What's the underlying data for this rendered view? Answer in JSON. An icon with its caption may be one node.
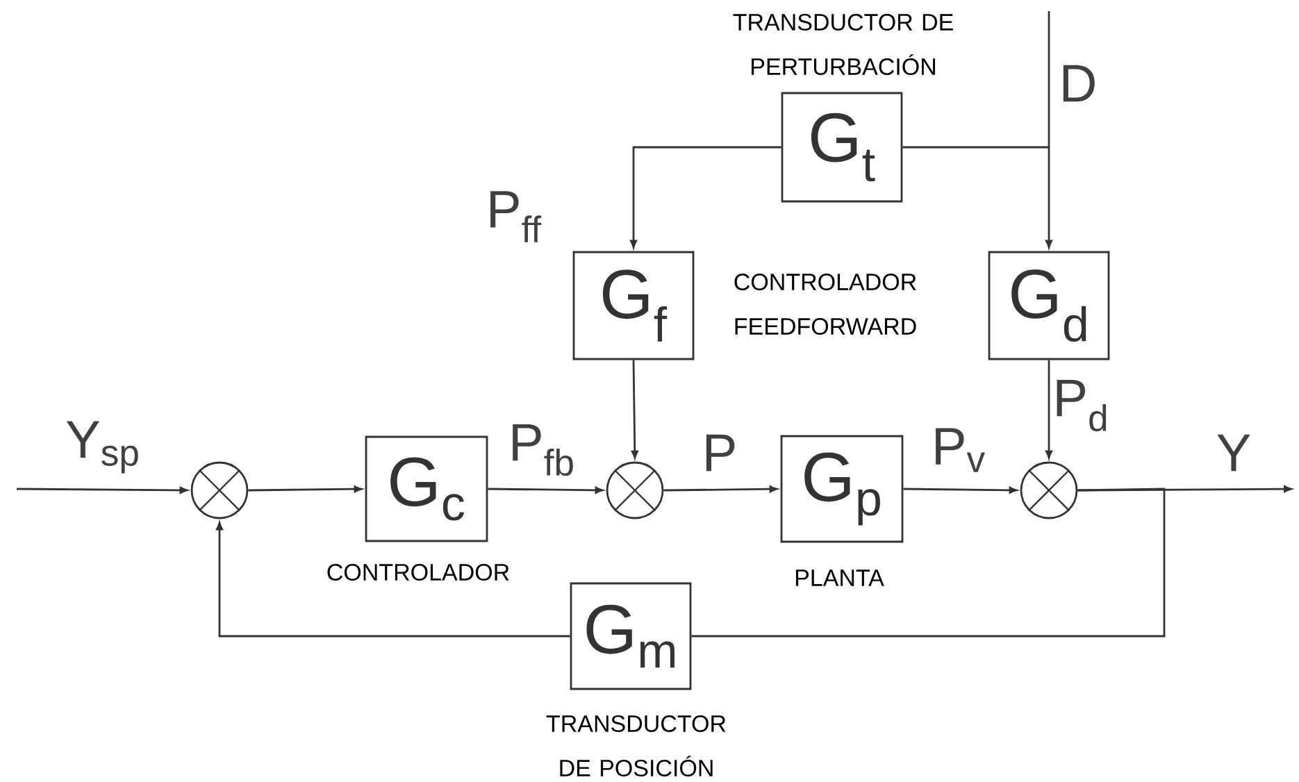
{
  "diagram": {
    "nodes": [
      {
        "text": [
          "G$_{t}$"
        ],
        "beside": [
          "TRANSDUCTOR DE PERTURBACIÓN"
        ]
      },
      {
        "text": [
          "G$_{f}$"
        ],
        "beside": [
          "CONTROLADOR FEEDFORWARD"
        ]
      },
      {
        "text": [
          "G$_{d}$"
        ]
      },
      {
        "text": [
          "G$_{c}$"
        ],
        "beside": [
          "CONTROLADOR"
        ]
      },
      {
        "text": [],
        "shape": "circle"
      },
      {
        "text": [],
        "shape": "circle"
      },
      {
        "text": [
          "G$_{p}$"
        ],
        "beside": [
          "PLANTA"
        ]
      },
      {
        "text": [],
        "shape": "circle"
      },
      {
        "text": [
          "G$_{m}$"
        ],
        "beside": [
          "TRANSDUCTOR DE POSICIÓN"
        ]
      }
    ],
    "edges": [
      {
        "from": null,
        "to": 2,
        "arrow": "to",
        "label": "D"
      },
      {
        "from": null,
        "to": 0,
        "arrow": "none"
      },
      {
        "from": 0,
        "to": 1,
        "arrow": "to",
        "label": "P$_{ff}$"
      },
      {
        "from": 1,
        "to": 5,
        "arrow": "to"
      },
      {
        "from": 2,
        "to": 7,
        "arrow": "to",
        "label": "P$_{d}$"
      },
      {
        "from": null,
        "to": 4,
        "arrow": "to",
        "label": "Y$_{sp}$"
      },
      {
        "from": 4,
        "to": 3,
        "arrow": "to"
      },
      {
        "from": 3,
        "to": 5,
        "arrow": "to",
        "label": "P$_{fb}$"
      },
      {
        "from": 5,
        "to": 6,
        "arrow": "to",
        "label": "P"
      },
      {
        "from": 6,
        "to": 7,
        "arrow": "to",
        "label": "P$_{v}$"
      },
      {
        "from": 7,
        "to": null,
        "arrow": "to",
        "label": "Y"
      },
      {
        "from": 7,
        "to": 8,
        "arrow": "none"
      },
      {
        "from": 8,
        "to": 4,
        "arrow": "to"
      }
    ]
  }
}
